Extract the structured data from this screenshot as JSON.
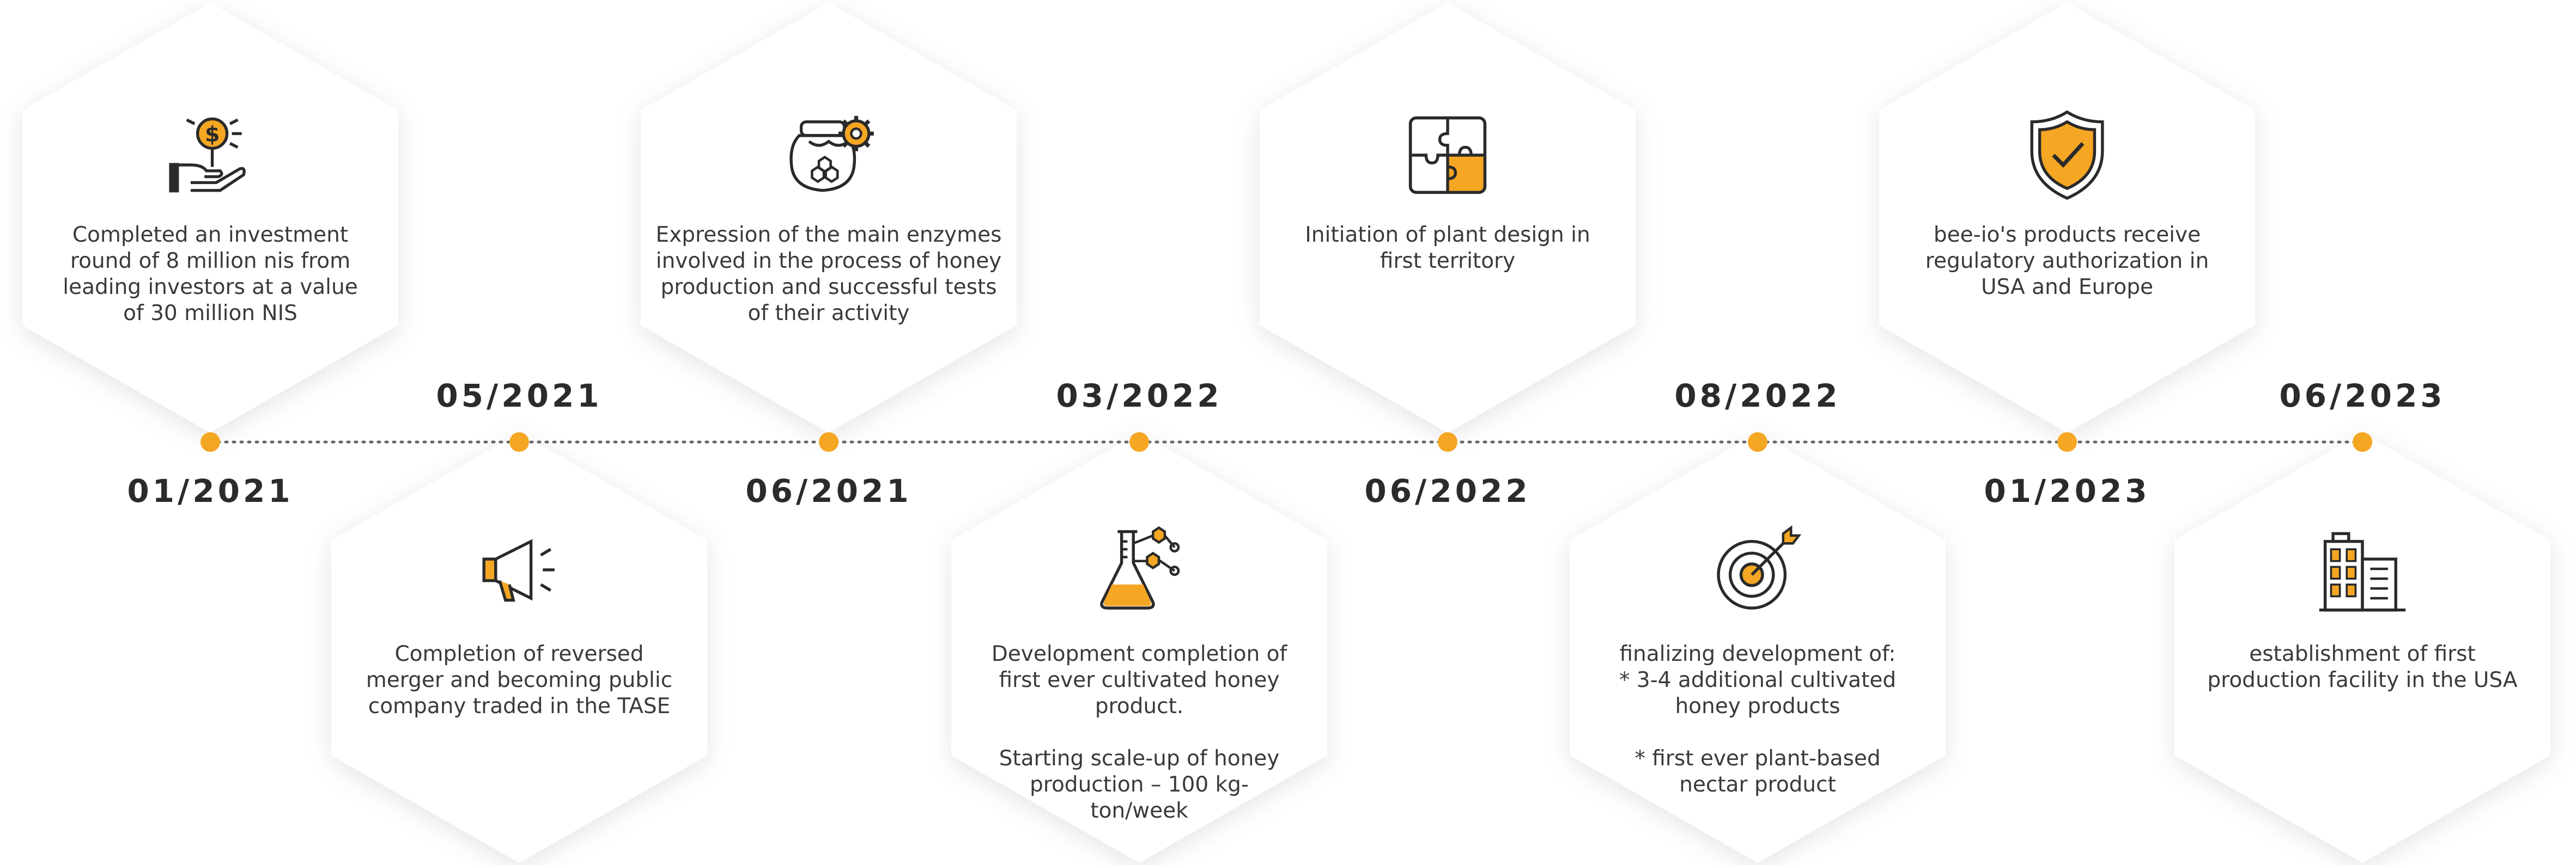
{
  "timeline": {
    "accent_color": "#f5a623",
    "milestones": [
      {
        "date": "01/2021",
        "side": "top",
        "icon": "investment-coin-hand-icon",
        "text": "Completed an investment\nround of 8 million nis from\nleading investors at a value\nof 30 million NIS"
      },
      {
        "date": "05/2021",
        "side": "bottom",
        "icon": "megaphone-icon",
        "text": "Completion of reversed\nmerger and becoming public\ncompany traded in the TASE"
      },
      {
        "date": "06/2021",
        "side": "top",
        "icon": "honey-jar-gear-icon",
        "text": "Expression of the main enzymes\ninvolved in the process of honey\nproduction and successful tests\nof their activity"
      },
      {
        "date": "03/2022",
        "side": "bottom",
        "icon": "lab-flask-icon",
        "text": "Development completion of\nfirst ever cultivated honey\nproduct.\n\nStarting scale-up of honey\nproduction – 100 kg-\nton/week"
      },
      {
        "date": "06/2022",
        "side": "top",
        "icon": "puzzle-icon",
        "text": "Initiation of plant design in\nfirst territory"
      },
      {
        "date": "08/2022",
        "side": "bottom",
        "icon": "target-arrow-icon",
        "text": "finalizing development of:\n* 3-4 additional cultivated\nhoney products\n\n* first ever plant-based\nnectar product"
      },
      {
        "date": "01/2023",
        "side": "top",
        "icon": "shield-check-icon",
        "text": "bee-io's products receive\nregulatory authorization in\nUSA and Europe"
      },
      {
        "date": "06/2023",
        "side": "bottom",
        "icon": "building-icon",
        "text": "establishment of first\nproduction facility in the USA"
      }
    ]
  }
}
